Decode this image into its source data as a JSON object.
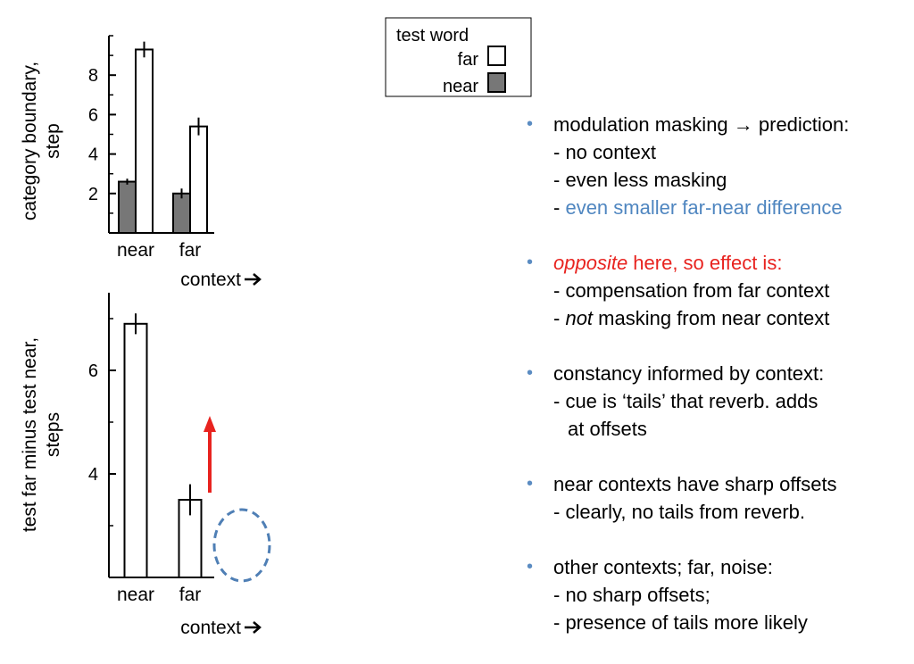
{
  "legend": {
    "title": "test word",
    "items": [
      "far",
      "near"
    ]
  },
  "chart_data": [
    {
      "type": "bar",
      "ylabel": [
        "category boundary,",
        "step"
      ],
      "xlabel": "context",
      "categories": [
        "near",
        "far"
      ],
      "yticks": [
        "2",
        "4",
        "6",
        "8"
      ],
      "ylim": [
        0,
        10
      ],
      "series": [
        {
          "name": "near",
          "values": [
            2.6,
            2.0
          ],
          "errors": [
            0.15,
            0.25
          ],
          "color": "#777777"
        },
        {
          "name": "far",
          "values": [
            9.3,
            5.4
          ],
          "errors": [
            0.4,
            0.45
          ],
          "color": "#ffffff"
        }
      ]
    },
    {
      "type": "bar",
      "ylabel": [
        "test far minus test near,",
        "steps"
      ],
      "xlabel": "context",
      "categories": [
        "near",
        "far"
      ],
      "yticks": [
        "4",
        "6"
      ],
      "ylim": [
        2,
        7.5
      ],
      "series": [
        {
          "values": [
            6.9,
            3.5
          ],
          "errors": [
            0.2,
            0.3
          ],
          "color": "#ffffff"
        }
      ]
    }
  ],
  "bullets": [
    {
      "lines": [
        [
          {
            "t": "modulation masking → prediction:"
          }
        ],
        [
          {
            "t": "- no context"
          }
        ],
        [
          {
            "t": "- even less masking"
          }
        ],
        [
          {
            "t": "- "
          },
          {
            "t": "even smaller far-near difference",
            "c": "blue"
          }
        ]
      ]
    },
    {
      "lines": [
        [
          {
            "t": "opposite",
            "c": "red",
            "i": true
          },
          {
            "t": " here, so effect is:",
            "c": "red"
          }
        ],
        [
          {
            "t": "- compensation from far context"
          }
        ],
        [
          {
            "t": "- "
          },
          {
            "t": "not",
            "i": true
          },
          {
            "t": " masking from near context"
          }
        ]
      ]
    },
    {
      "lines": [
        [
          {
            "t": "constancy informed by context:"
          }
        ],
        [
          {
            "t": "- cue is ‘tails’ that reverb. adds"
          }
        ],
        [
          {
            "t": "at offsets",
            "ind": true
          }
        ]
      ]
    },
    {
      "lines": [
        [
          {
            "t": "near contexts have sharp offsets"
          }
        ],
        [
          {
            "t": "- clearly, no tails from reverb."
          }
        ]
      ]
    },
    {
      "lines": [
        [
          {
            "t": "other contexts; far, noise:"
          }
        ],
        [
          {
            "t": "- no sharp offsets;"
          }
        ],
        [
          {
            "t": "- presence of tails more likely"
          }
        ]
      ]
    }
  ]
}
